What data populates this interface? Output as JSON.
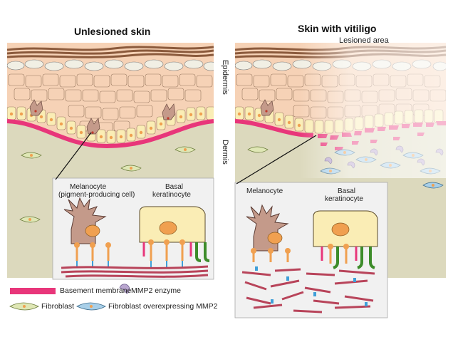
{
  "titles": {
    "left": "Unlesioned skin",
    "right": "Skin with vitiligo"
  },
  "labels": {
    "lesioned_area": "Lesioned area",
    "epidermis": "Epidermis",
    "dermis": "Dermis",
    "left_inset_melanocyte": "Melanocyte",
    "left_inset_melanocyte_sub": "(pigment-producing cell)",
    "left_inset_basal": "Basal",
    "left_inset_basal_sub": "keratinocyte",
    "right_inset_melanocyte": "Melanocyte",
    "right_inset_basal": "Basal",
    "right_inset_basal_sub": "keratinocyte"
  },
  "legend": {
    "basement_membrane": "Basement membrane",
    "mmp2_enzyme": "MMP2 enzyme",
    "fibroblast": "Fibroblast",
    "fibroblast_mmp2": "Fibroblast overexpressing MMP2"
  },
  "colors": {
    "basement_membrane": "#e8367a",
    "dermis": "#dcd9bd",
    "keratinocyte": "#f6d2b6",
    "upper_cell": "#f1efe4",
    "basal_cell": "#faedb5",
    "melanocyte": "#c49a8a",
    "stratum_corneum": "#8b5a3c",
    "fibroblast": "#dfe7b5",
    "fibroblast_mmp2": "#a8cfe8",
    "mmp2": "#b9a6cf",
    "integrin_orange": "#f0a050",
    "integrin_green": "#3d8c2a",
    "collagen": "#b8445a",
    "link_blue": "#3f9fd8"
  }
}
